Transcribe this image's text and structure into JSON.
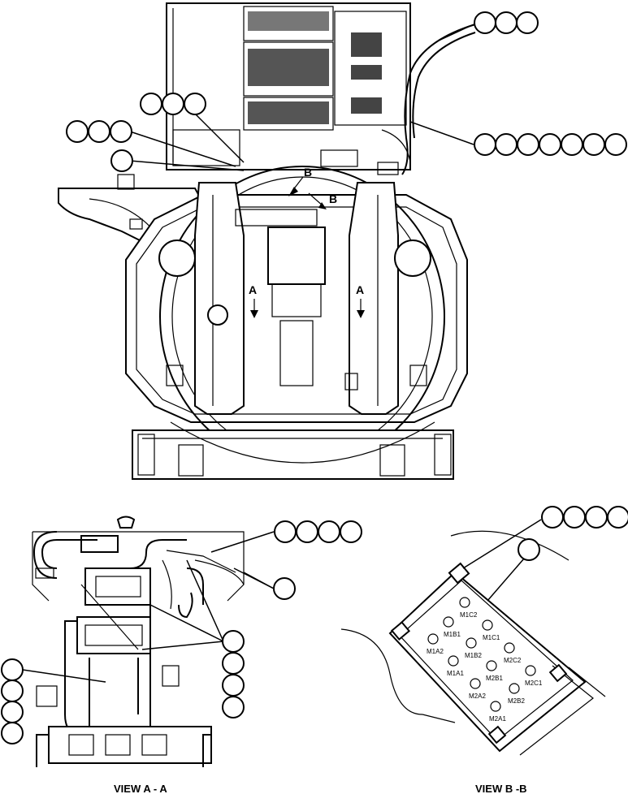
{
  "views": {
    "view_a_label": "VIEW A - A",
    "view_b_label": "VIEW B -B"
  },
  "section_markers": {
    "a_left": "A",
    "a_right": "A",
    "b_top": "B",
    "b_bottom": "B"
  },
  "ports": {
    "m1c2": "M1C2",
    "m1b1": "M1B1",
    "m1c1": "M1C1",
    "m1a2": "M1A2",
    "m1b2": "M1B2",
    "m2c2": "M2C2",
    "m1a1": "M1A1",
    "m2b1": "M2B1",
    "m2c1": "M2C1",
    "m2a2": "M2A2",
    "m2b2": "M2B2",
    "m2a1": "M2A1"
  }
}
